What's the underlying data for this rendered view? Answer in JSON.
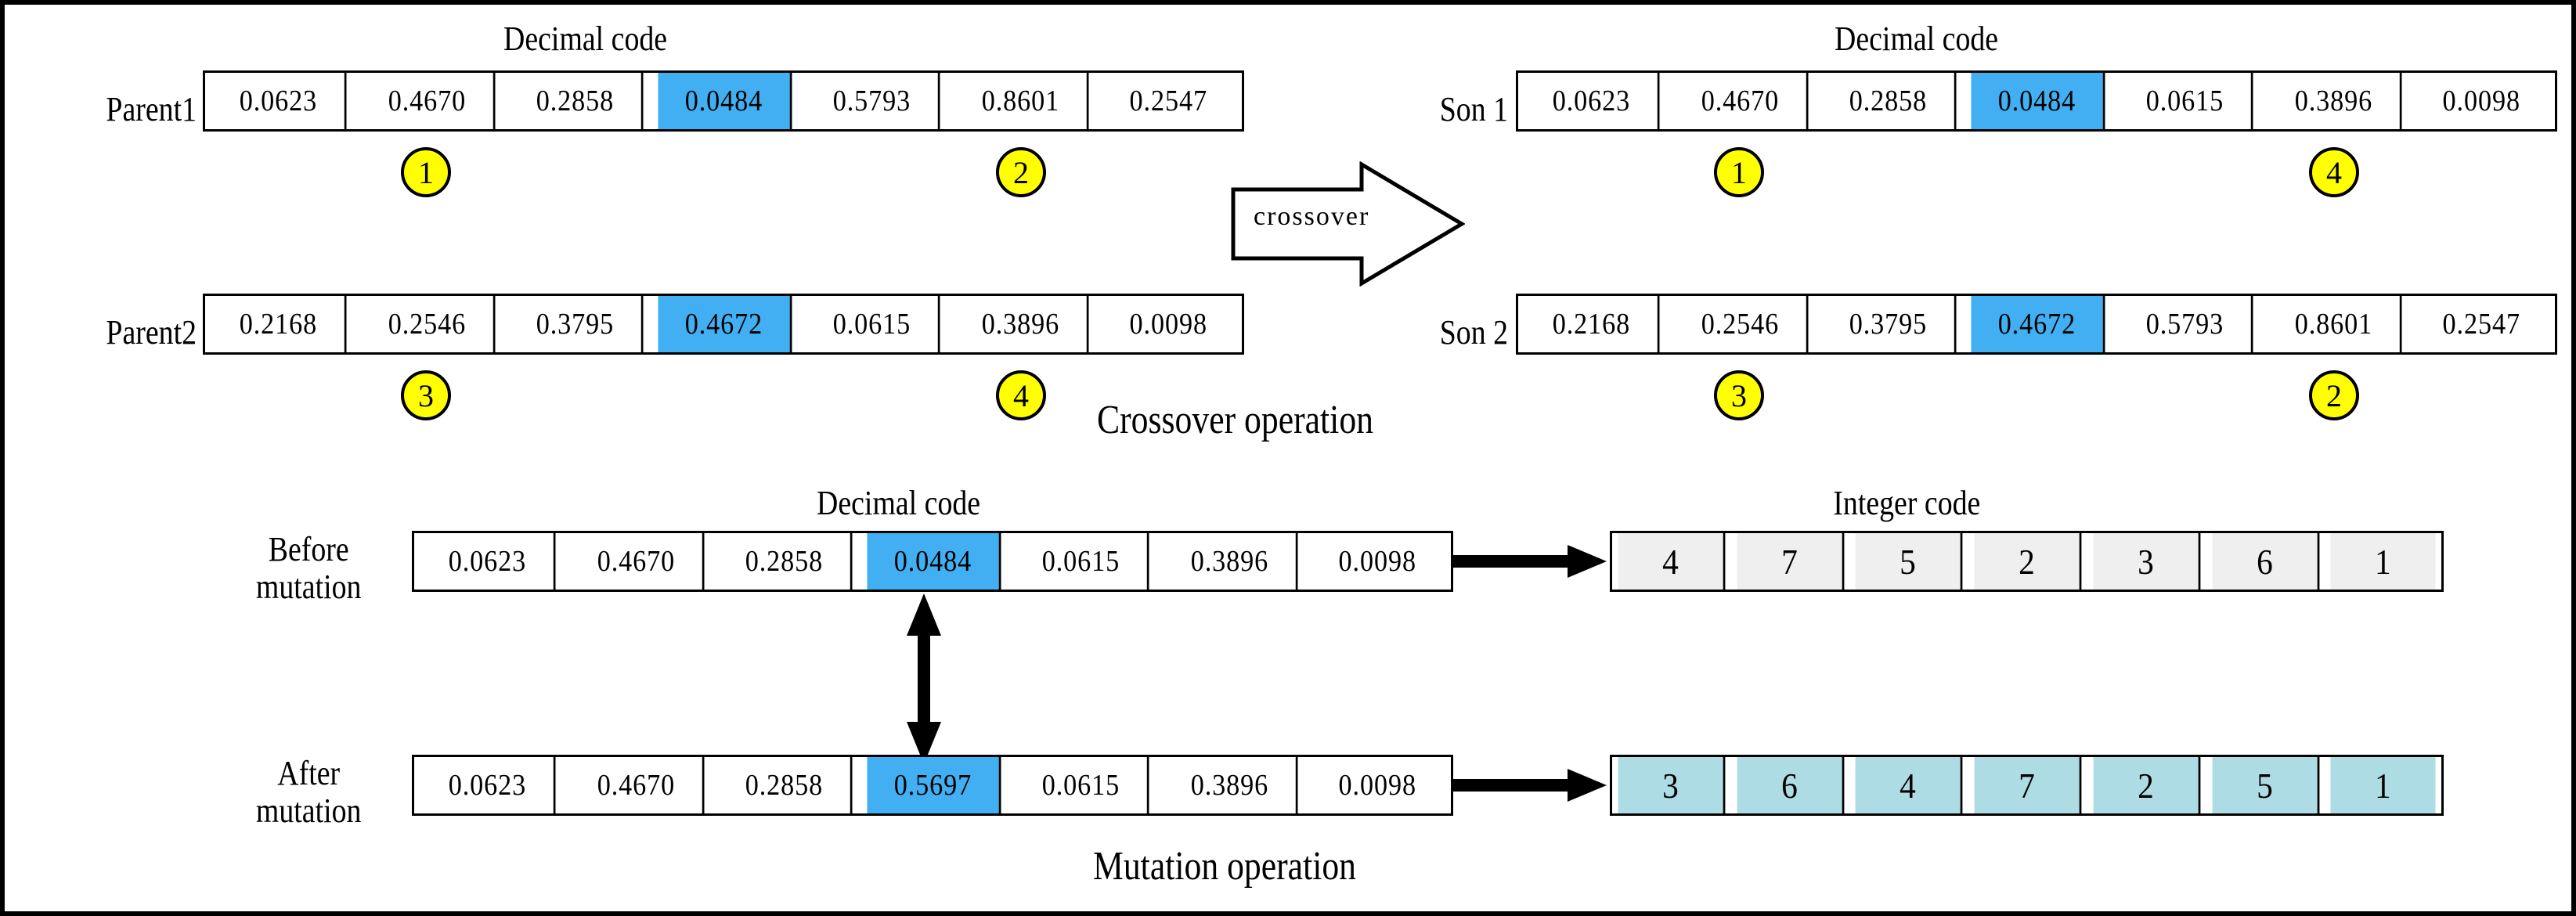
{
  "figure": {
    "headers": {
      "decimal_top_left": "Decimal code",
      "decimal_top_right": "Decimal code",
      "decimal_bottom": "Decimal code",
      "integer_bottom": "Integer code"
    },
    "captions": {
      "crossover": "Crossover operation",
      "mutation": "Mutation operation"
    },
    "crossover_arrow_label": "crossover",
    "colors": {
      "highlight_blue": "#41AFF2",
      "marker_yellow": "#FFFF00",
      "integer_cell_gray": "#EFEFEF",
      "integer_cell_blue": "#AEDCE5",
      "outline_black": "#000000"
    }
  },
  "crossover": {
    "parent1": {
      "label": "Parent1",
      "values": [
        "0.0623",
        "0.4670",
        "0.2858",
        "0.0484",
        "0.5793",
        "0.8601",
        "0.2547"
      ],
      "highlight_index": 3,
      "markers": [
        {
          "text": "1",
          "cell_index": 1
        },
        {
          "text": "2",
          "cell_index": 5
        }
      ]
    },
    "parent2": {
      "label": "Parent2",
      "values": [
        "0.2168",
        "0.2546",
        "0.3795",
        "0.4672",
        "0.0615",
        "0.3896",
        "0.0098"
      ],
      "highlight_index": 3,
      "markers": [
        {
          "text": "3",
          "cell_index": 1
        },
        {
          "text": "4",
          "cell_index": 5
        }
      ]
    },
    "son1": {
      "label": "Son 1",
      "values": [
        "0.0623",
        "0.4670",
        "0.2858",
        "0.0484",
        "0.0615",
        "0.3896",
        "0.0098"
      ],
      "highlight_index": 3,
      "markers": [
        {
          "text": "1",
          "cell_index": 1
        },
        {
          "text": "4",
          "cell_index": 5
        }
      ]
    },
    "son2": {
      "label": "Son 2",
      "values": [
        "0.2168",
        "0.2546",
        "0.3795",
        "0.4672",
        "0.5793",
        "0.8601",
        "0.2547"
      ],
      "highlight_index": 3,
      "markers": [
        {
          "text": "3",
          "cell_index": 1
        },
        {
          "text": "2",
          "cell_index": 5
        }
      ]
    }
  },
  "mutation": {
    "before": {
      "label_line1": "Before",
      "label_line2": "mutation",
      "decimal_values": [
        "0.0623",
        "0.4670",
        "0.2858",
        "0.0484",
        "0.0615",
        "0.3896",
        "0.0098"
      ],
      "highlight_index": 3,
      "integer_values": [
        "4",
        "7",
        "5",
        "2",
        "3",
        "6",
        "1"
      ]
    },
    "after": {
      "label_line1": "After",
      "label_line2": "mutation",
      "decimal_values": [
        "0.0623",
        "0.4670",
        "0.2858",
        "0.5697",
        "0.0615",
        "0.3896",
        "0.0098"
      ],
      "highlight_index": 3,
      "integer_values": [
        "3",
        "6",
        "4",
        "7",
        "2",
        "5",
        "1"
      ]
    }
  }
}
